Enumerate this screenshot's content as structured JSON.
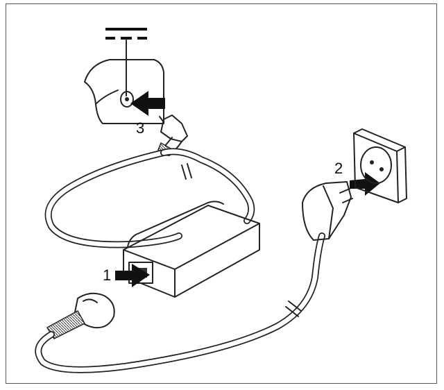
{
  "steps": [
    {
      "number": "1"
    },
    {
      "number": "2"
    },
    {
      "number": "3"
    }
  ],
  "colors": {
    "line": "#222222",
    "arrow": "#111111",
    "frame": "#555555"
  }
}
